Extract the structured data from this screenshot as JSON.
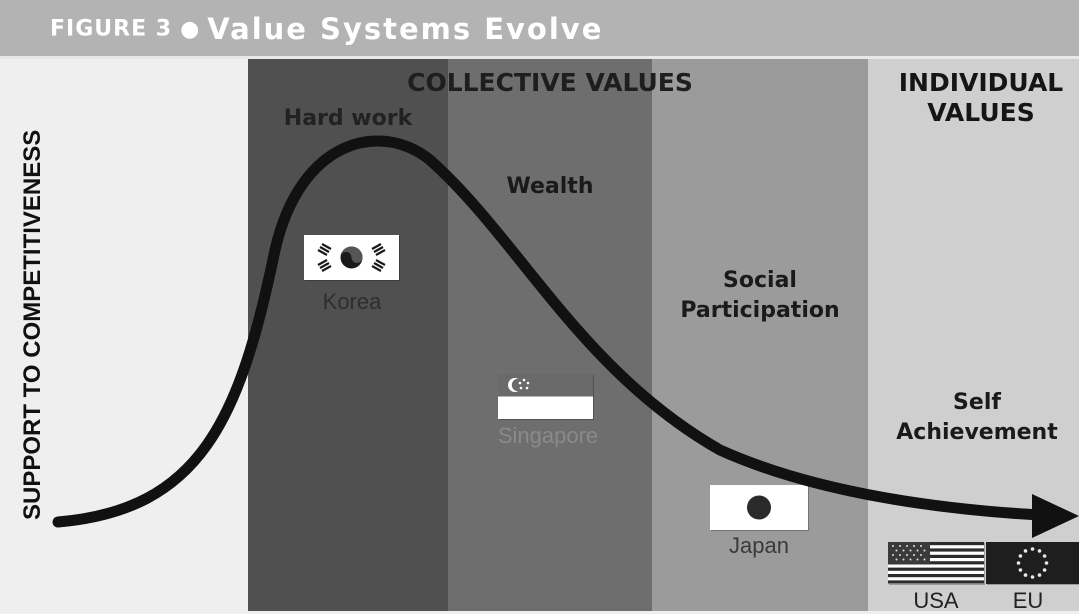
{
  "header": {
    "figure_number": "FIGURE 3",
    "separator": "●",
    "title": "Value Systems Evolve"
  },
  "y_axis_label": "SUPPORT TO COMPETITIVENESS",
  "band_headings": {
    "collective": "COLLECTIVE VALUES",
    "individual_line1": "INDIVIDUAL",
    "individual_line2": "VALUES"
  },
  "stages": {
    "hard_work": "Hard work",
    "wealth": "Wealth",
    "social_line1": "Social",
    "social_line2": "Participation",
    "self_line1": "Self",
    "self_line2": "Achievement"
  },
  "countries": {
    "korea": "Korea",
    "singapore": "Singapore",
    "japan": "Japan",
    "usa": "USA",
    "eu": "EU"
  },
  "colors": {
    "header": "#b3b3b3",
    "band_1": "#efefef",
    "band_2": "#505050",
    "band_3": "#6e6e6e",
    "band_4": "#9b9b9b",
    "band_5": "#cfcfcf",
    "curve": "#111111"
  },
  "icons": {
    "korea_flag": "korea-flag-icon",
    "singapore_flag": "singapore-flag-icon",
    "japan_flag": "japan-flag-icon",
    "usa_flag": "usa-flag-icon",
    "eu_flag": "eu-flag-icon",
    "arrow": "arrow-head-icon"
  }
}
